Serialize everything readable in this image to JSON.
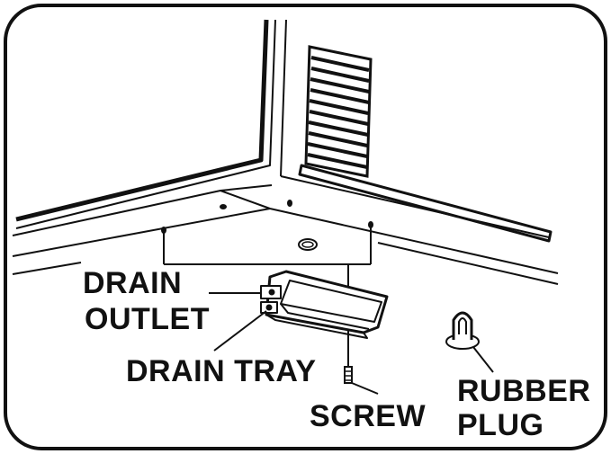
{
  "labels": {
    "drain_outlet_line1": "DRAIN",
    "drain_outlet_line2": "OUTLET",
    "drain_tray": "DRAIN TRAY",
    "screw": "SCREW",
    "rubber_plug_line1": "RUBBER",
    "rubber_plug_line2": "PLUG"
  },
  "colors": {
    "ink": "#111111",
    "background": "#ffffff"
  }
}
